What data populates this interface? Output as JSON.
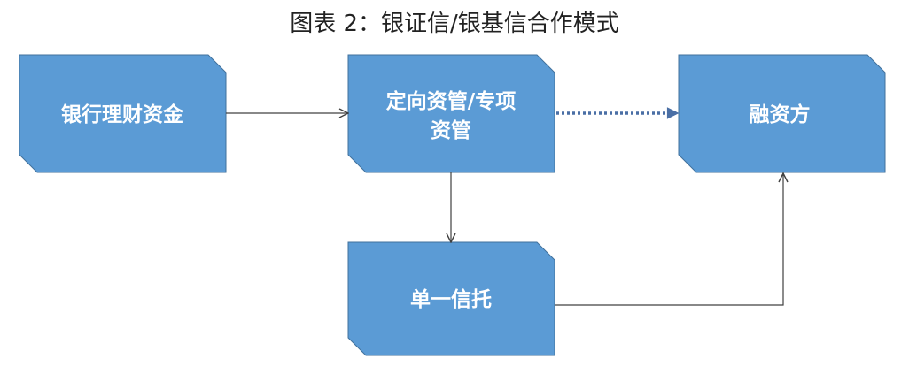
{
  "title": "图表 2：银证信/银基信合作模式",
  "colors": {
    "node_fill": "#5b9bd5",
    "node_stroke": "#41719c",
    "arrow": "#404040",
    "dotted_arrow": "#4a6fa5"
  },
  "nodes": {
    "bank_funds": {
      "label": "银行理财资金"
    },
    "directional": {
      "label_line1": "定向资管/专项",
      "label_line2": "资管"
    },
    "financier": {
      "label": "融资方"
    },
    "single_trust": {
      "label": "单一信托"
    }
  }
}
